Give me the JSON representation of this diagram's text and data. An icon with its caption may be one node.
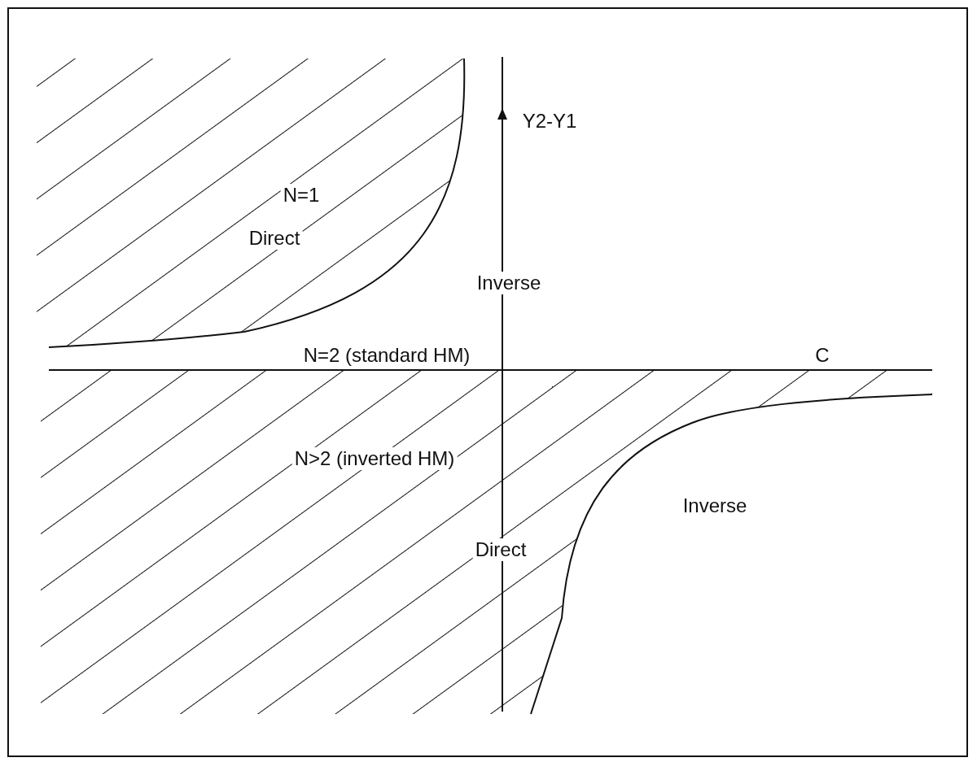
{
  "diagram": {
    "labels": [
      "Y2-Y1",
      "N=1",
      "Direct",
      "Inverse",
      "N=2 (standard HM)",
      "C",
      "N>2 (inverted HM)",
      "Inverse",
      "Direct"
    ]
  }
}
